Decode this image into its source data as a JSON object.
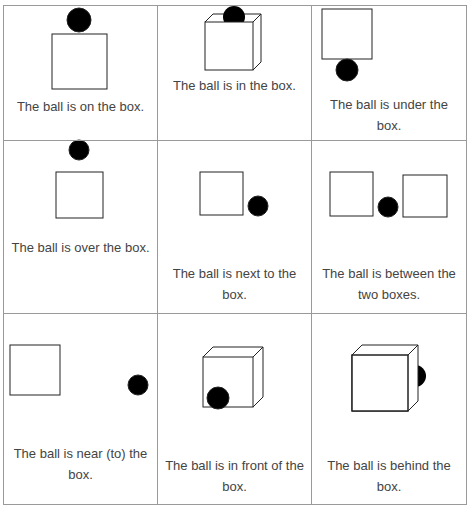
{
  "diagram": {
    "nodes": [
      {
        "text": [
          "The ball is on the box."
        ]
      },
      {
        "text": [
          "The ball is in the box."
        ]
      },
      {
        "text": [
          "The ball is under the box."
        ]
      },
      {
        "text": [
          "The ball is over the box."
        ]
      },
      {
        "text": [
          "The ball is next to the box."
        ]
      },
      {
        "text": [
          "The ball is between the two boxes."
        ]
      },
      {
        "text": [
          "The ball is near (to) the box."
        ]
      },
      {
        "text": [
          "The ball is in front of the box."
        ]
      },
      {
        "text": [
          "The ball is behind the box."
        ]
      }
    ]
  }
}
